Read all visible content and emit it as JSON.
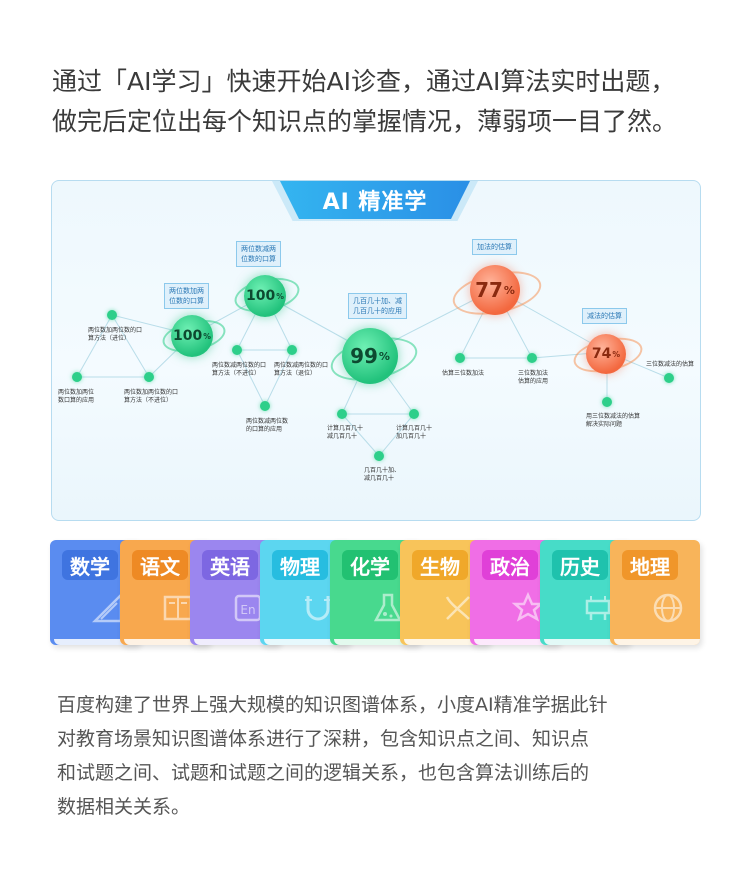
{
  "intro": {
    "lines": [
      "通过「AI学习」快速开始AI诊查，通过AI算法实时出题，",
      "做完后定位出每个知识点的掌握情况，薄弱项一目了然。"
    ]
  },
  "graph": {
    "banner": "AI 精准学",
    "big_nodes": [
      {
        "value": "100",
        "suffix": "%"
      },
      {
        "value": "100",
        "suffix": "%"
      },
      {
        "value": "99",
        "suffix": "%"
      },
      {
        "value": "77",
        "suffix": "%"
      },
      {
        "value": "74",
        "suffix": "%"
      }
    ],
    "tags": [
      "两位数加两\n位数的口算",
      "两位数减两\n位数的口算",
      "几百几十加、减\n几百几十的应用",
      "加法的估算",
      "减法的估算"
    ],
    "labels": [
      "两位数加两位数的口\n算方法（进位）",
      "两位数加两位\n数口算的应用",
      "两位数加两位数的口\n算方法（不进位）",
      "两位数减两位数的口\n算方法（不进位）",
      "两位数减两位数的口\n算方法（退位）",
      "两位数减两位数\n的口算的应用",
      "计算几百几十\n减几百几十",
      "计算几百几十\n加几百几十",
      "几百几十加、\n减几百几十",
      "估算三位数加法",
      "三位数加法\n估算的应用",
      "三位数减法的估算",
      "用三位数减法的估算\n解决实际问题"
    ]
  },
  "subjects": [
    {
      "name": "数学",
      "color": "#5a8cf0",
      "label": "#3f74e0",
      "icon": "geometry-icon"
    },
    {
      "name": "语文",
      "color": "#f8a84e",
      "label": "#ee8a24",
      "icon": "book-icon"
    },
    {
      "name": "英语",
      "color": "#9b86ef",
      "label": "#7d67e2",
      "icon": "english-icon"
    },
    {
      "name": "物理",
      "color": "#5cd6f0",
      "label": "#27bde0",
      "icon": "magnet-icon"
    },
    {
      "name": "化学",
      "color": "#48d98e",
      "label": "#22c172",
      "icon": "flask-icon"
    },
    {
      "name": "生物",
      "color": "#f8c45a",
      "label": "#f0a82a",
      "icon": "dna-icon"
    },
    {
      "name": "政治",
      "color": "#f06ee6",
      "label": "#e040d8",
      "icon": "star-icon"
    },
    {
      "name": "历史",
      "color": "#47dcc8",
      "label": "#1fc2ad",
      "icon": "ding-icon"
    },
    {
      "name": "地理",
      "color": "#f8b45a",
      "label": "#f0962a",
      "icon": "globe-icon"
    }
  ],
  "description": {
    "lines": [
      "百度构建了世界上强大规模的知识图谱体系，小度AI精准学据此针",
      "对教育场景知识图谱体系进行了深耕，包含知识点之间、知识点",
      "和试题之间、试题和试题之间的逻辑关系，也包含算法训练后的",
      "数据相关关系。"
    ]
  }
}
